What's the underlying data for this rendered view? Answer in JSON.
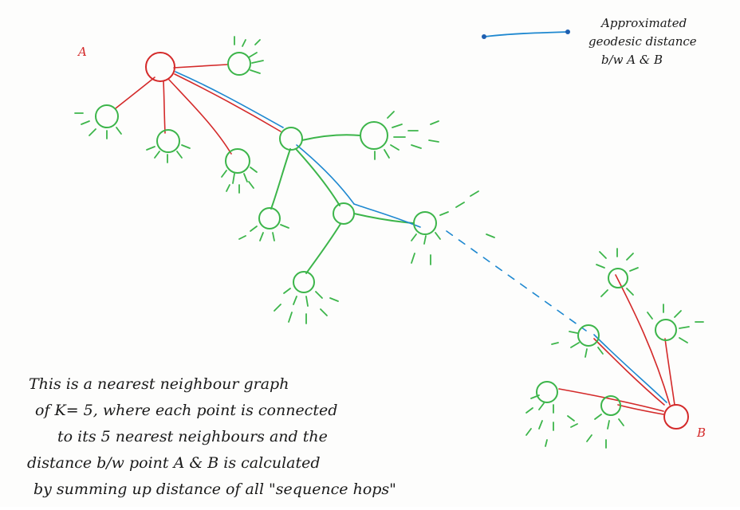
{
  "diagram": {
    "point_a_label": "A",
    "point_b_label": "B",
    "legend_lines": [
      "Approximated",
      "geodesic distance",
      "b/w A & B"
    ],
    "caption_lines": [
      "This is a nearest neighbour graph",
      "of K= 5, where each point is connected",
      "to its 5 nearest neighbours and the",
      "distance b/w point A & B is calculated",
      "by summing up distance of all \"sequence hops\""
    ],
    "colors": {
      "point_ab": "#d42a2a",
      "neighbour": "#3cb54a",
      "geodesic": "#1e88d0",
      "ink": "#1a1a1a"
    }
  }
}
